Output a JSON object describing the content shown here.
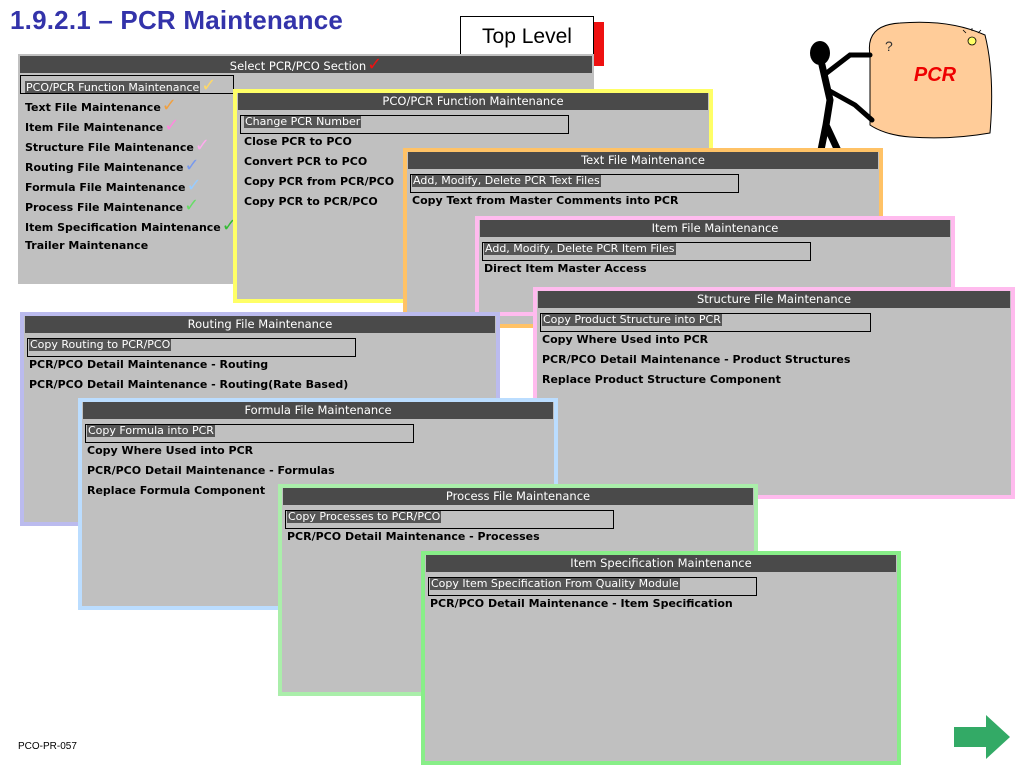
{
  "page": {
    "title": "1.9.2.1 – PCR Maintenance",
    "top_level_label": "Top Level",
    "footer_code": "PCO-PR-057",
    "sign_text": "PCR"
  },
  "windows": {
    "main": {
      "title": "Select PCR/PCO Section",
      "items": [
        "PCO/PCR Function Maintenance",
        "Text File Maintenance",
        "Item File Maintenance",
        "Structure File Maintenance",
        "Routing File Maintenance",
        "Formula File Maintenance",
        "Process File Maintenance",
        "Item Specification Maintenance",
        "Trailer Maintenance"
      ]
    },
    "function": {
      "title": "PCO/PCR Function Maintenance",
      "items": [
        "Change PCR Number",
        "Close PCR to PCO",
        "Convert PCR to PCO",
        "Copy PCR from PCR/PCO",
        "Copy PCR to PCR/PCO"
      ]
    },
    "text": {
      "title": "Text File Maintenance",
      "items": [
        "Add, Modify, Delete PCR Text Files",
        "Copy Text from Master Comments into PCR"
      ]
    },
    "item": {
      "title": "Item File Maintenance",
      "items": [
        "Add, Modify, Delete PCR Item Files",
        "Direct Item Master Access"
      ]
    },
    "structure": {
      "title": "Structure File Maintenance",
      "items": [
        "Copy Product Structure into PCR",
        "Copy Where Used into PCR",
        "PCR/PCO Detail Maintenance - Product Structures",
        "Replace Product Structure Component"
      ]
    },
    "routing": {
      "title": "Routing File Maintenance",
      "items": [
        "Copy Routing to PCR/PCO",
        "PCR/PCO Detail Maintenance - Routing",
        "PCR/PCO Detail Maintenance - Routing(Rate Based)"
      ]
    },
    "formula": {
      "title": "Formula File Maintenance",
      "items": [
        "Copy Formula into PCR",
        "Copy Where Used into PCR",
        "PCR/PCO Detail Maintenance - Formulas",
        "Replace Formula Component"
      ]
    },
    "process": {
      "title": "Process File Maintenance",
      "items": [
        "Copy Processes to PCR/PCO",
        "PCR/PCO Detail Maintenance - Processes"
      ]
    },
    "spec": {
      "title": "Item Specification Maintenance",
      "items": [
        "Copy Item Specification From Quality Module",
        "PCR/PCO Detail Maintenance - Item Specification"
      ]
    }
  },
  "colors": {
    "title": "#3333aa",
    "checkmarks": [
      "#ee1111",
      "#ffd966",
      "#f0a040",
      "#ff88dd",
      "#ffaaee",
      "#7799ee",
      "#99ccff",
      "#66dd66",
      "#33bb33"
    ],
    "borders": {
      "function": "#ffff66",
      "text": "#ffc266",
      "item": "#ffbbee",
      "structure": "#ffbbee",
      "routing": "#bbbbee",
      "formula": "#bbddff",
      "process": "#aaeeaa",
      "spec": "#88ee88"
    },
    "next_arrow": "#33aa66"
  },
  "icons": [
    "checkmark-icon",
    "next-arrow-icon",
    "question-mark-icon",
    "lightbulb-icon"
  ]
}
